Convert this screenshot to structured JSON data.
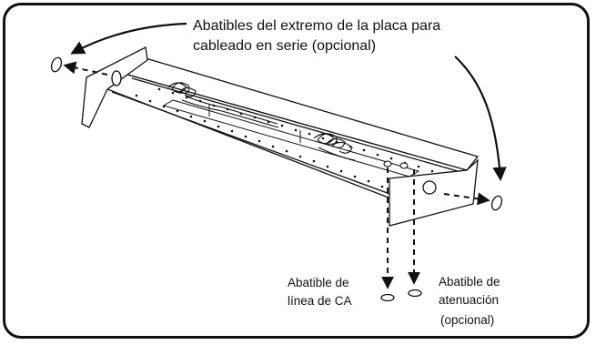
{
  "labels": {
    "end_knockouts": {
      "line1": "Abatibles del extremo de la placa para",
      "line2": "cableado en serie (opcional)"
    },
    "ac_knockout": {
      "line1": "Abatible de",
      "line2": "línea de CA"
    },
    "dimming_knockout": {
      "line1": "Abatible de",
      "line2": "atenuación",
      "line3": "(opcional)"
    }
  },
  "colors": {
    "stroke": "#111111",
    "background": "#ffffff"
  }
}
